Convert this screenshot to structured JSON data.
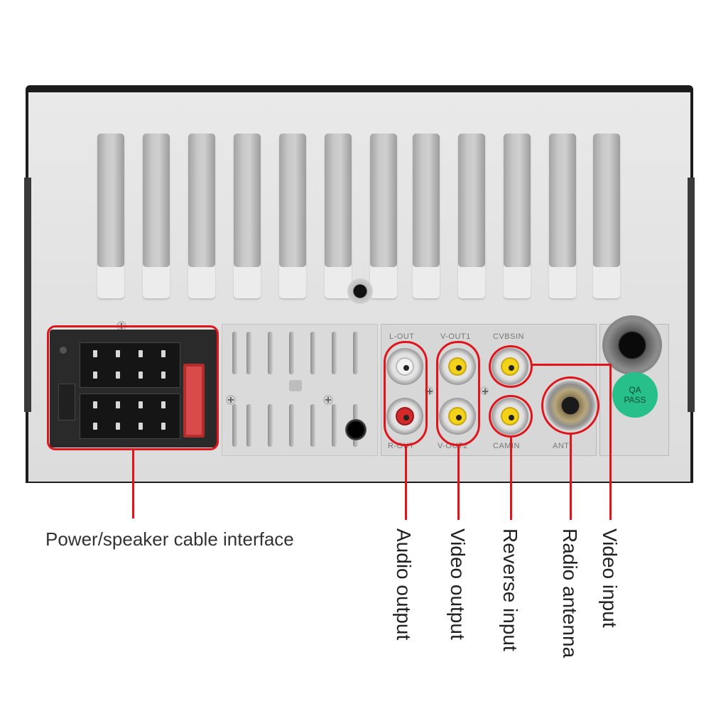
{
  "connectors": {
    "l_out": "L-OUT",
    "r_out": "R-OUT",
    "v_out1": "V-OUT1",
    "v_out2": "V-OUT2",
    "cvbsin": "CVBSIN",
    "camin": "CAMIN",
    "ant": "ANT"
  },
  "badge": {
    "line1": "QA",
    "line2": "PASS"
  },
  "callouts": {
    "power": "Power/speaker cable interface",
    "audio": "Audio output",
    "video_out": "Video output",
    "reverse": "Reverse input",
    "radio": "Radio antenna",
    "video_in": "Video input"
  },
  "colors": {
    "callout": "#e0141b",
    "rca_white": "#f2f2f2",
    "rca_yellow": "#f3d21a",
    "rca_red": "#d22a2a",
    "badge": "#27c08a"
  }
}
